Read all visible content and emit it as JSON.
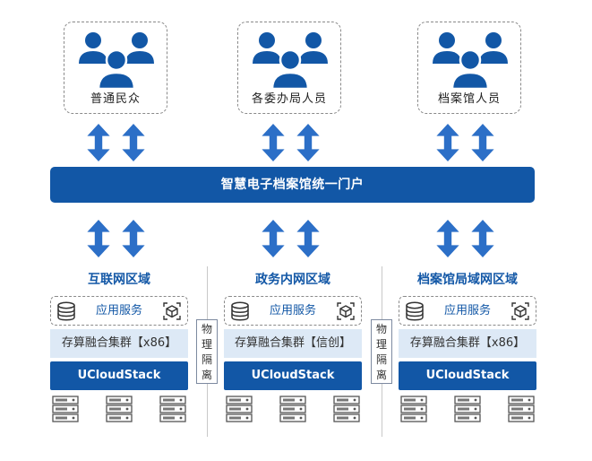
{
  "users": [
    {
      "label": "普通民众"
    },
    {
      "label": "各委办局人员"
    },
    {
      "label": "档案馆人员"
    }
  ],
  "portal": {
    "label": "智慧电子档案馆统一门户"
  },
  "zones": [
    {
      "title": "互联网区域",
      "app": "应用服务",
      "cluster": "存算融合集群【x86】",
      "stack": "UCloudStack"
    },
    {
      "title": "政务内网区域",
      "app": "应用服务",
      "cluster": "存算融合集群【信创】",
      "stack": "UCloudStack"
    },
    {
      "title": "档案馆局域网区域",
      "app": "应用服务",
      "cluster": "存算融合集群【x86】",
      "stack": "UCloudStack"
    }
  ],
  "isolation": [
    {
      "label": "物理隔离"
    },
    {
      "label": "物理隔离"
    }
  ],
  "colors": {
    "primary": "#1257a6",
    "arrow": "#2c6fc7",
    "cluster_bg": "#dde9f6",
    "border": "#8a8a8a"
  }
}
